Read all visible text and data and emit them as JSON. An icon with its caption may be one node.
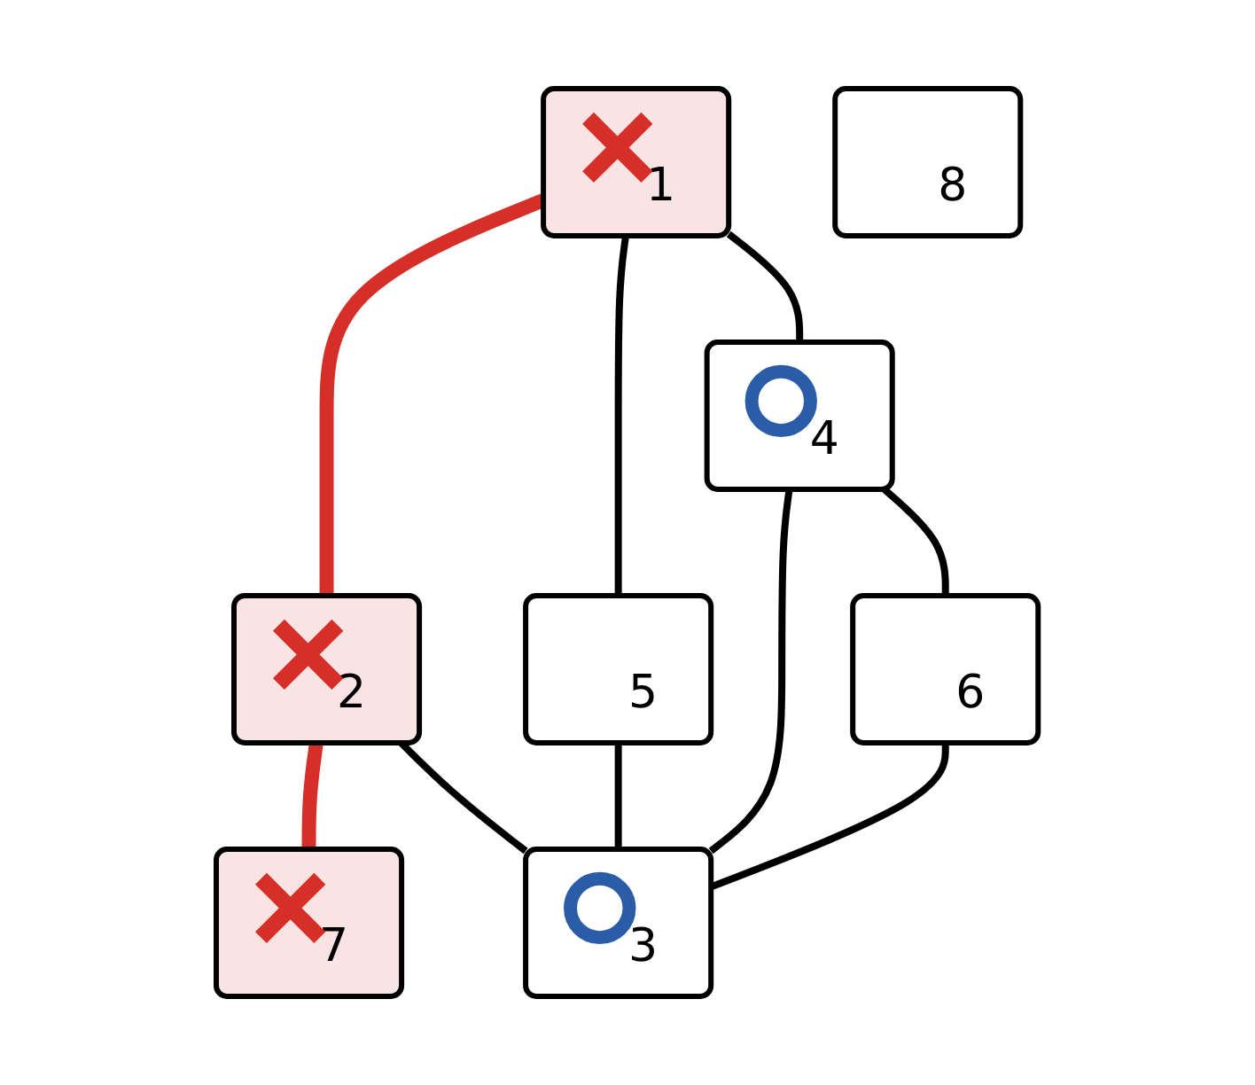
{
  "diagram": {
    "nodes": [
      {
        "text": [
          "1"
        ]
      },
      {
        "text": [
          "2"
        ]
      },
      {
        "text": [
          "7"
        ]
      },
      {
        "text": [
          "5"
        ]
      },
      {
        "text": [
          "4"
        ]
      },
      {
        "text": [
          "3"
        ]
      },
      {
        "text": [
          "8"
        ]
      },
      {
        "text": [
          "6"
        ]
      }
    ],
    "edges": [
      {
        "from": 0,
        "to": 1,
        "arrow": "none",
        "style": "thick",
        "color": "#d62f27"
      },
      {
        "from": 1,
        "to": 2,
        "arrow": "none",
        "style": "thick",
        "color": "#d62f27"
      },
      {
        "from": 0,
        "to": 4,
        "arrow": "none"
      },
      {
        "from": 0,
        "to": 3,
        "arrow": "none"
      },
      {
        "from": 1,
        "to": 5,
        "arrow": "none"
      },
      {
        "from": 3,
        "to": 5,
        "arrow": "none"
      },
      {
        "from": 4,
        "to": 5,
        "arrow": "none"
      },
      {
        "from": 4,
        "to": 7,
        "arrow": "none"
      },
      {
        "from": 7,
        "to": 5,
        "arrow": "none"
      }
    ]
  }
}
